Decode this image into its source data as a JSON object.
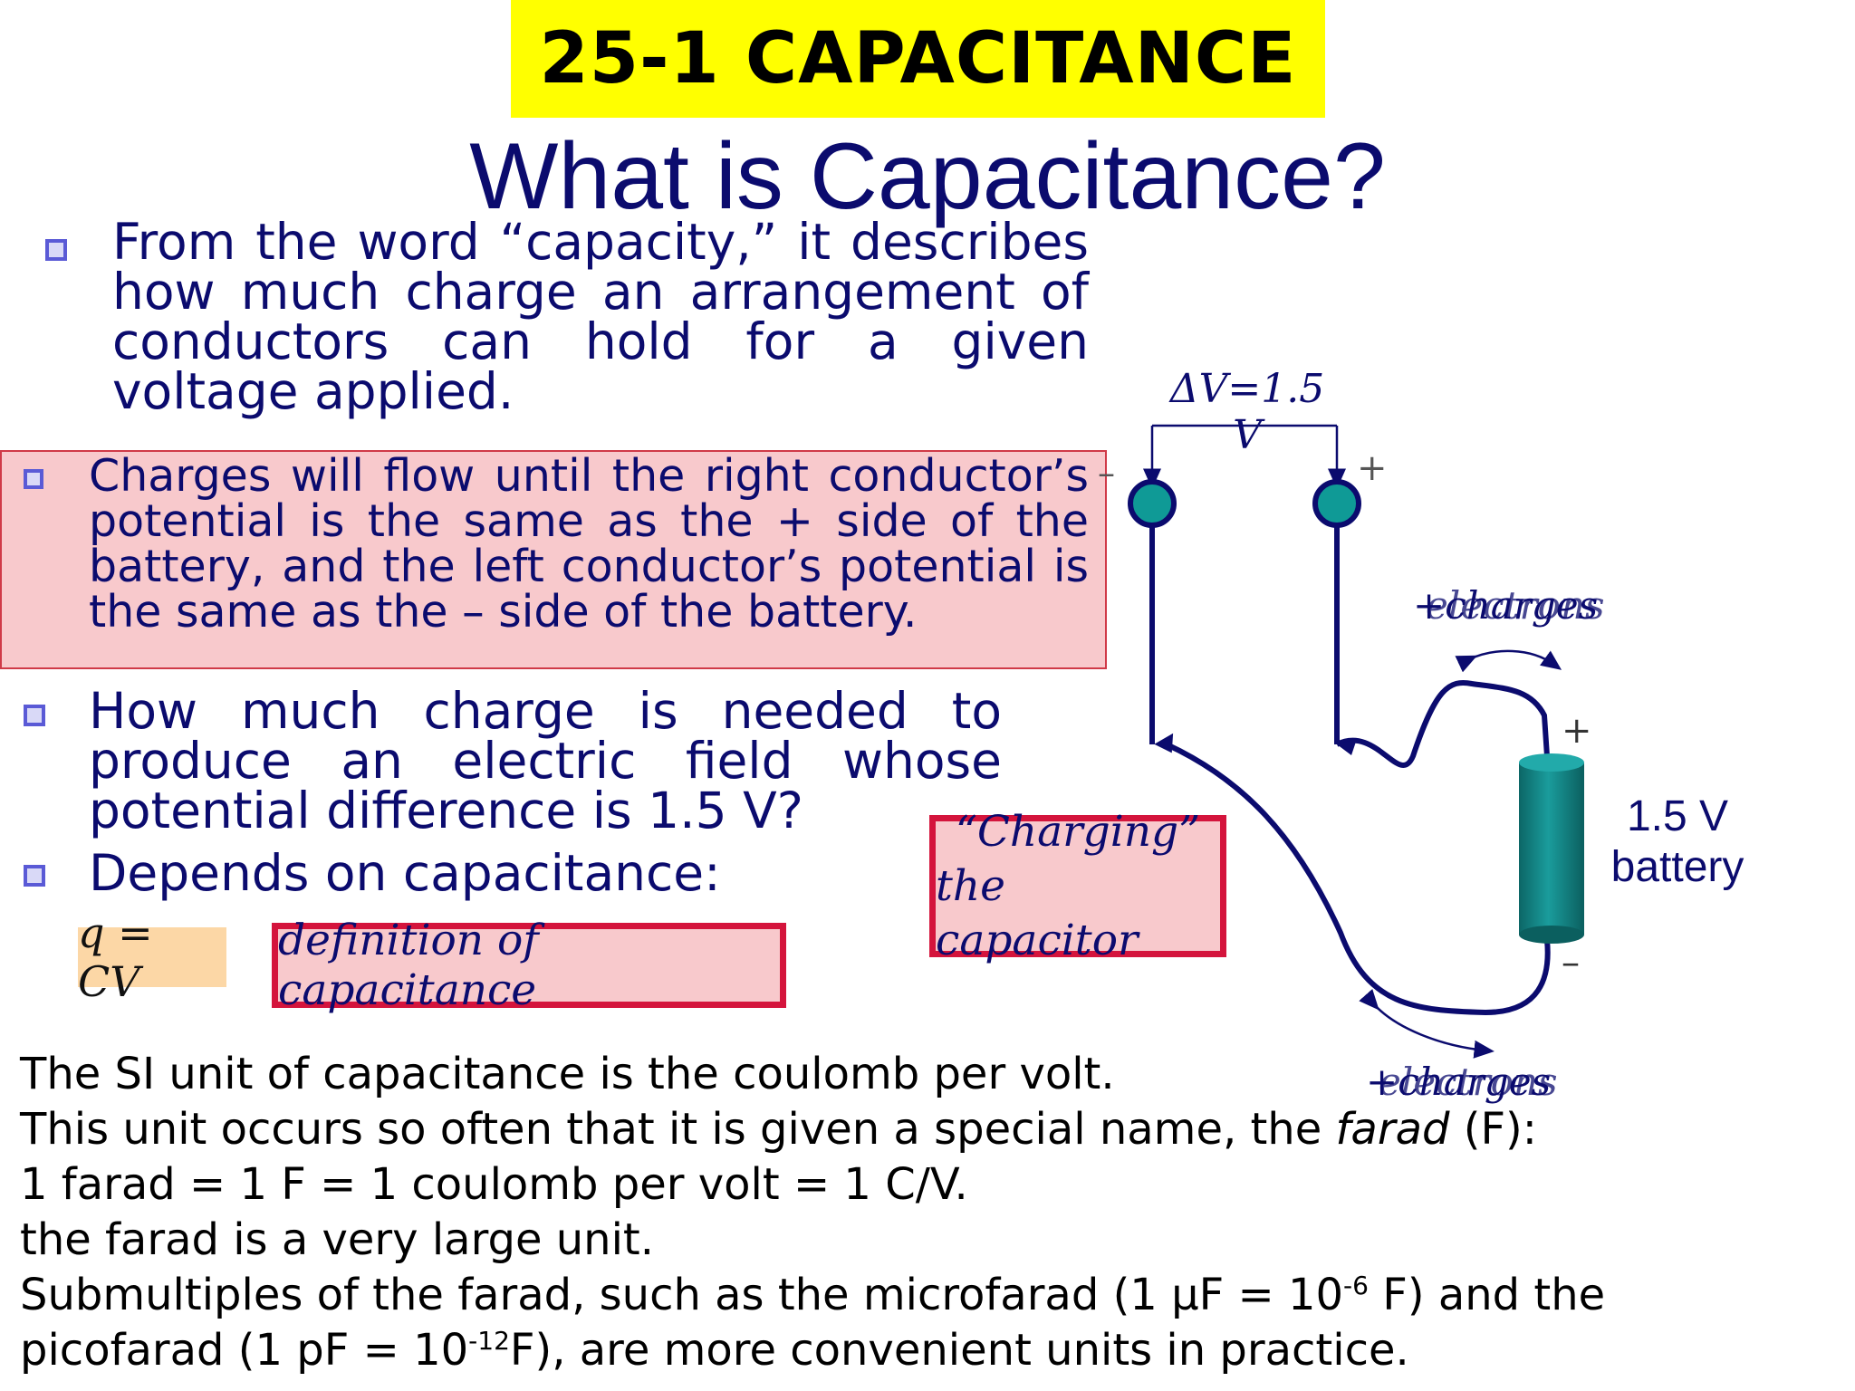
{
  "header": {
    "title": "25-1 CAPACITANCE"
  },
  "slide_title": "What is Capacitance?",
  "bullets": {
    "b1": "From the word “capacity,” it describes how much charge an arrangement of conductors can hold for a given voltage applied.",
    "b2": "Charges will flow until the right conductor’s potential is the same as the + side of the battery, and the left conductor’s potential is the same as the – side of the battery.",
    "b3": "How much charge is needed to produce an electric field whose potential difference is 1.5 V?",
    "b4": "Depends on capacitance:"
  },
  "equation": "q = CV",
  "definition_label": "definition of capacitance",
  "charging_box": {
    "line1": "“Charging”",
    "line2": "the capacitor"
  },
  "diagram": {
    "delta_v_label": "ΔV=1.5 V",
    "minus_sign": "–",
    "plus_sign": "+",
    "battery_plus": "+",
    "battery_minus": "–",
    "battery_label_line1": "1.5 V",
    "battery_label_line2": "battery",
    "flow_label_top": "+charges",
    "flow_label_top_overlay": "electrons",
    "flow_label_bottom": "+charges",
    "flow_label_bottom_overlay": "electrons",
    "colors": {
      "wire": "#0b0b6e",
      "terminal": "#0f9a96",
      "battery": "#137e7e"
    }
  },
  "bottom": {
    "line1": "The SI unit of capacitance is the coulomb per volt.",
    "line2_pre": "This unit occurs so often that it is given a special name, the ",
    "line2_em": "farad",
    "line2_post": " (F):",
    "line3": "1 farad =  1 F = 1 coulomb per volt = 1 C/V.",
    "line4": "the farad is a very large unit.",
    "line5_a": "Submultiples of the farad, such as the microfarad (1 μF = 10",
    "line5_sup": "-6",
    "line5_b": " F) and the",
    "line6_a": "picofarad (1 pF =  10",
    "line6_sup": "-12",
    "line6_b": "F), are more convenient units in practice."
  }
}
